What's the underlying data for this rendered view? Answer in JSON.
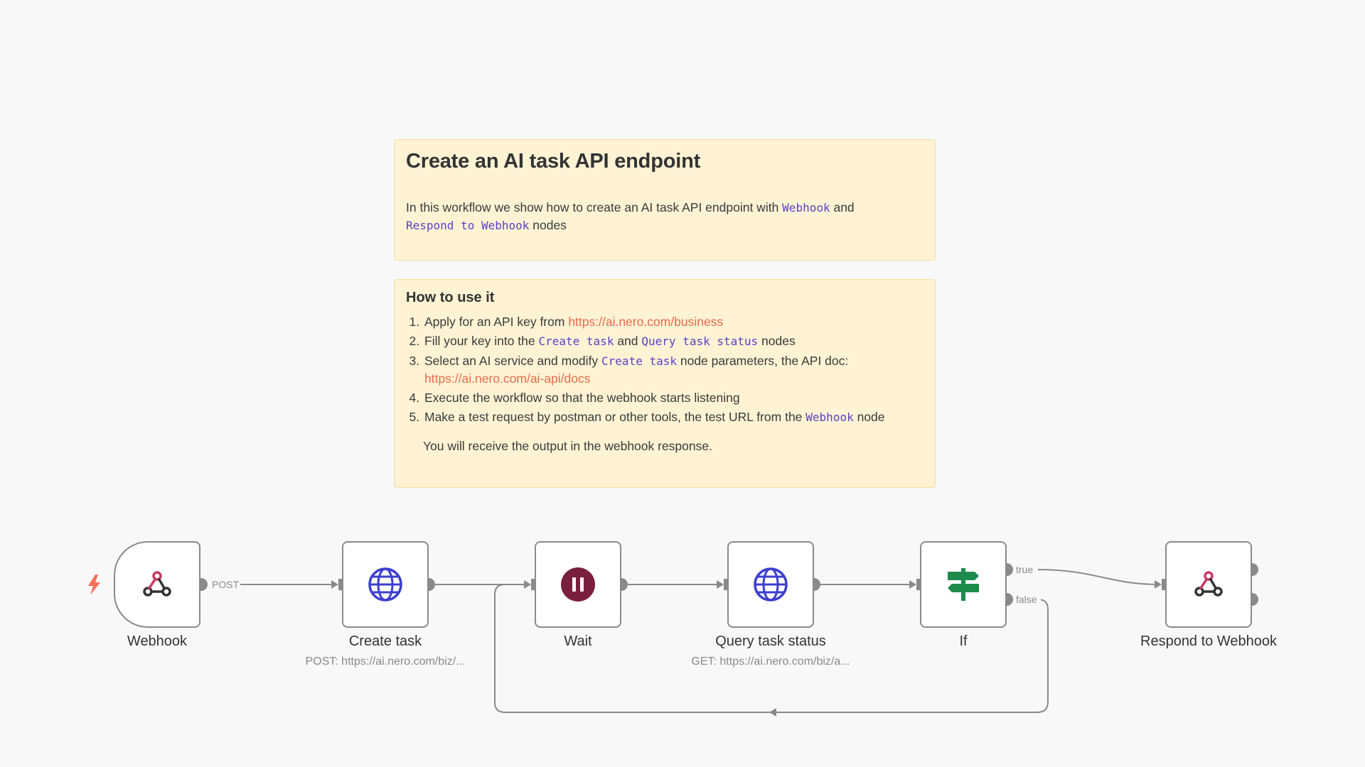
{
  "note_intro": {
    "title": "Create an AI task API endpoint",
    "text_before": "In this workflow we show how to create an AI task API endpoint with ",
    "code_webhook": "Webhook",
    "text_mid": " and",
    "code_respond": "Respond to Webhook",
    "text_after": " nodes"
  },
  "note_howto": {
    "title": "How to use it",
    "step1_text": "Apply for an API key from ",
    "step1_link": "https://ai.nero.com/business",
    "step2_text": "Fill your key into the ",
    "step2_code1": "Create task",
    "step2_and": " and ",
    "step2_code2": "Query task status",
    "step2_after": " nodes",
    "step3_text": "Select an AI service and modify ",
    "step3_code": "Create task",
    "step3_after": " node parameters, the API doc:",
    "step3_link": "https://ai.nero.com/ai-api/docs",
    "step4_text": "Execute the workflow so that the webhook starts listening",
    "step5_text": "Make a test request by postman or other tools, the test URL from the ",
    "step5_code": "Webhook",
    "step5_after": " node",
    "receive": "You will receive the output in the webhook response."
  },
  "nodes": {
    "webhook": {
      "label": "Webhook",
      "icon": "webhook-icon"
    },
    "create_task": {
      "label": "Create task",
      "subtitle": "POST: https://ai.nero.com/biz/...",
      "icon": "globe-icon"
    },
    "wait": {
      "label": "Wait",
      "icon": "pause-icon"
    },
    "query_task": {
      "label": "Query task status",
      "subtitle": "GET: https://ai.nero.com/biz/a...",
      "icon": "globe-icon"
    },
    "if_node": {
      "label": "If",
      "icon": "signpost-icon"
    },
    "respond": {
      "label": "Respond to Webhook",
      "icon": "webhook-icon"
    }
  },
  "connections": {
    "post_label": "POST",
    "true_label": "true",
    "false_label": "false"
  },
  "colors": {
    "sticky_bg": "#fff3d4",
    "code": "#5b3fc4",
    "link": "#ea6a4a",
    "trigger": "#ff6d5a",
    "wait": "#7a1f3d",
    "if_green": "#1e8a4c",
    "globe_blue": "#3b3fd0",
    "wire": "#8a8a8a"
  }
}
